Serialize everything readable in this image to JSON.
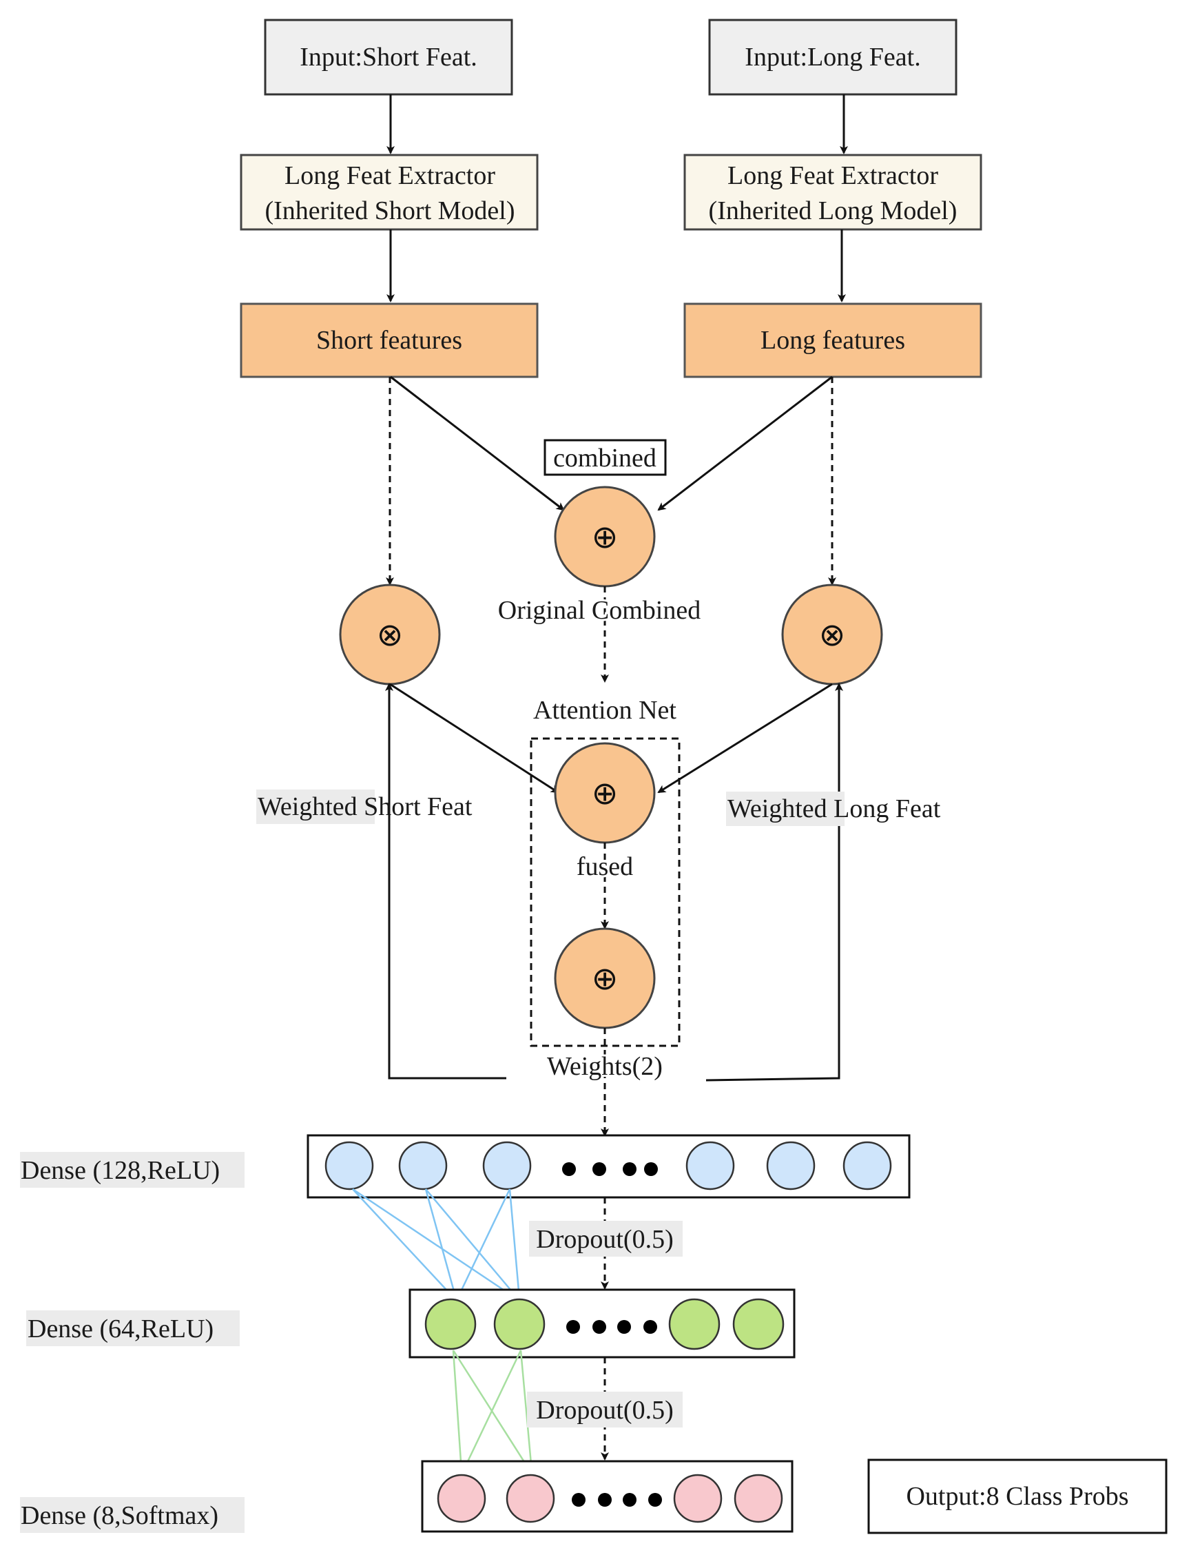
{
  "inputs": {
    "short_label": "Input:Short Feat.",
    "long_label": "Input:Long Feat."
  },
  "extractors": {
    "short_line1": "Long Feat Extractor",
    "short_line2": "(Inherited Short Model)",
    "long_line1": "Long Feat Extractor",
    "long_line2": "(Inherited Long Model)"
  },
  "features": {
    "short_label": "Short features",
    "long_label": "Long features"
  },
  "combine": {
    "tag": "combined",
    "caption": "Original Combined",
    "add_symbol": "⊕",
    "multiply_symbol": "⊗"
  },
  "attention": {
    "title": "Attention Net",
    "fused_label": "fused",
    "weights_label": "Weights(2)"
  },
  "weighted": {
    "short_label": "Weighted Short Feat",
    "long_label": "Weighted Long Feat"
  },
  "layers": {
    "dense1": "Dense (128,ReLU)",
    "dense2": "Dense (64,ReLU)",
    "dense3": "Dense (8,Softmax)",
    "dropout1": "Dropout(0.5)",
    "dropout2": "Dropout(0.5)",
    "ellipsis": "● ● ● ●"
  },
  "output": {
    "label": "Output:8 Class Probs"
  },
  "colors": {
    "input_fill": "#efefef",
    "extractor_fill": "#faf6ea",
    "feature_fill": "#f9c48f",
    "node_fill": "#f9c48f",
    "dense1_node": "#cfe5fb",
    "dense2_node": "#bde383",
    "dense3_node": "#f8c8cd",
    "blue_link": "#7fc4f3",
    "green_link": "#a7dfa0",
    "label_bg": "#ebebeb"
  }
}
